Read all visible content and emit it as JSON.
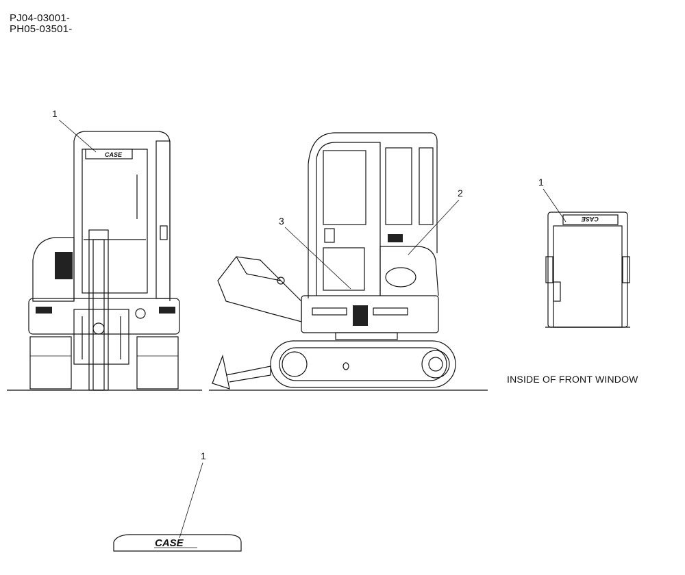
{
  "header": {
    "serial_ranges": [
      "PJ04-03001-",
      "PH05-03501-"
    ]
  },
  "views": {
    "rear": {
      "callout": "1",
      "decal_text": "CASE"
    },
    "side": {
      "callouts": [
        "2",
        "3"
      ]
    },
    "window": {
      "callout": "1",
      "decal_text": "CASE",
      "caption": "INSIDE OF FRONT WINDOW"
    },
    "decal": {
      "callout": "1",
      "decal_text": "CASE"
    }
  }
}
